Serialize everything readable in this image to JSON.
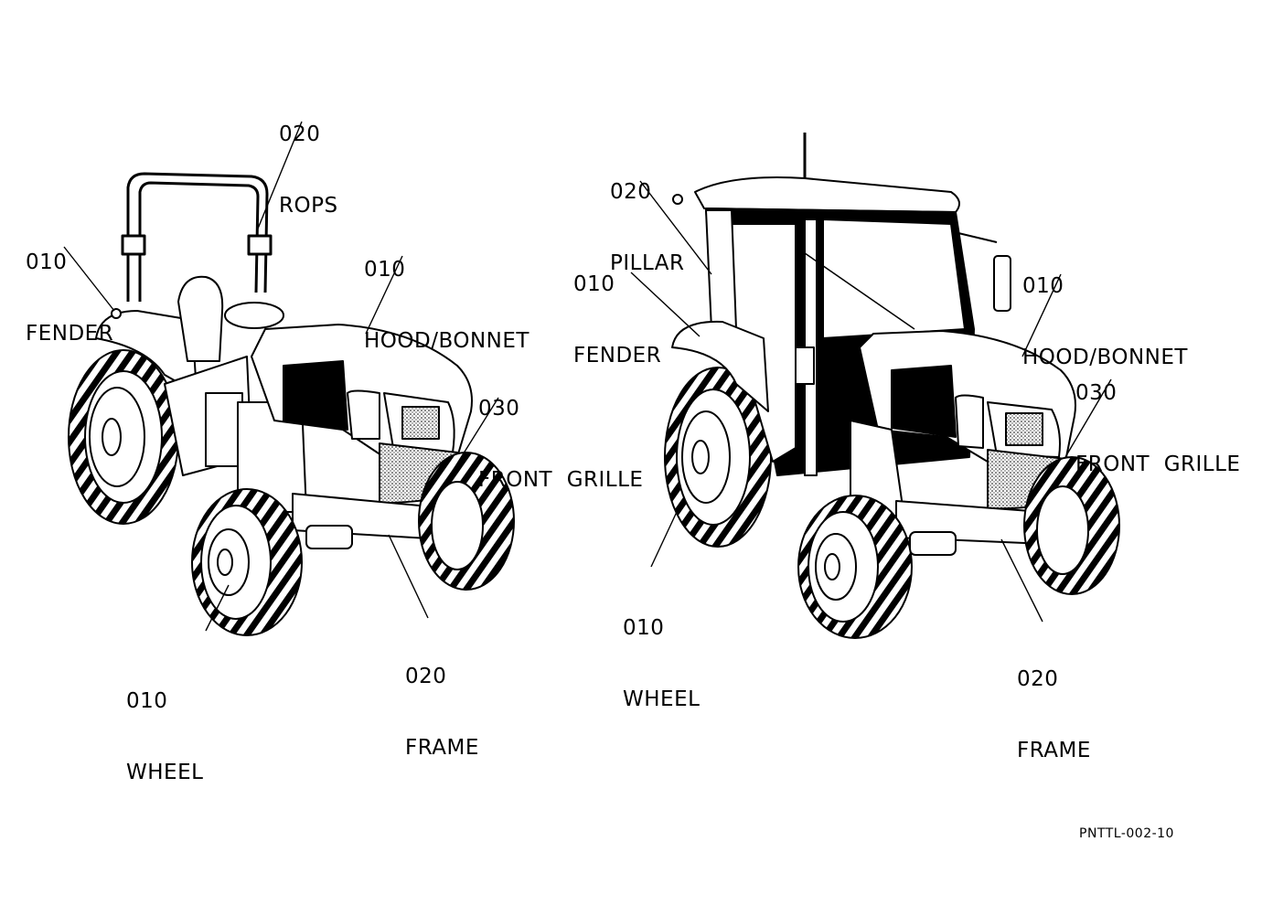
{
  "left_tractor": {
    "rops": {
      "code": "020",
      "name": "ROPS"
    },
    "fender": {
      "code": "010",
      "name": "FENDER"
    },
    "hood": {
      "code": "010",
      "name": "HOOD/BONNET"
    },
    "grille": {
      "code": "030",
      "name": "FRONT  GRILLE"
    },
    "wheel": {
      "code": "010",
      "name": "WHEEL"
    },
    "frame": {
      "code": "020",
      "name": "FRAME"
    }
  },
  "right_tractor": {
    "pillar": {
      "code": "020",
      "name": "PILLAR"
    },
    "fender": {
      "code": "010",
      "name": "FENDER"
    },
    "hood": {
      "code": "010",
      "name": "HOOD/BONNET"
    },
    "grille": {
      "code": "030",
      "name": "FRONT  GRILLE"
    },
    "wheel": {
      "code": "010",
      "name": "WHEEL"
    },
    "frame": {
      "code": "020",
      "name": "FRAME"
    }
  },
  "figure_id": "PNTTL-002-10",
  "colors": {
    "ink": "#000000",
    "paper": "#ffffff",
    "shade": "#bdbdbd"
  }
}
